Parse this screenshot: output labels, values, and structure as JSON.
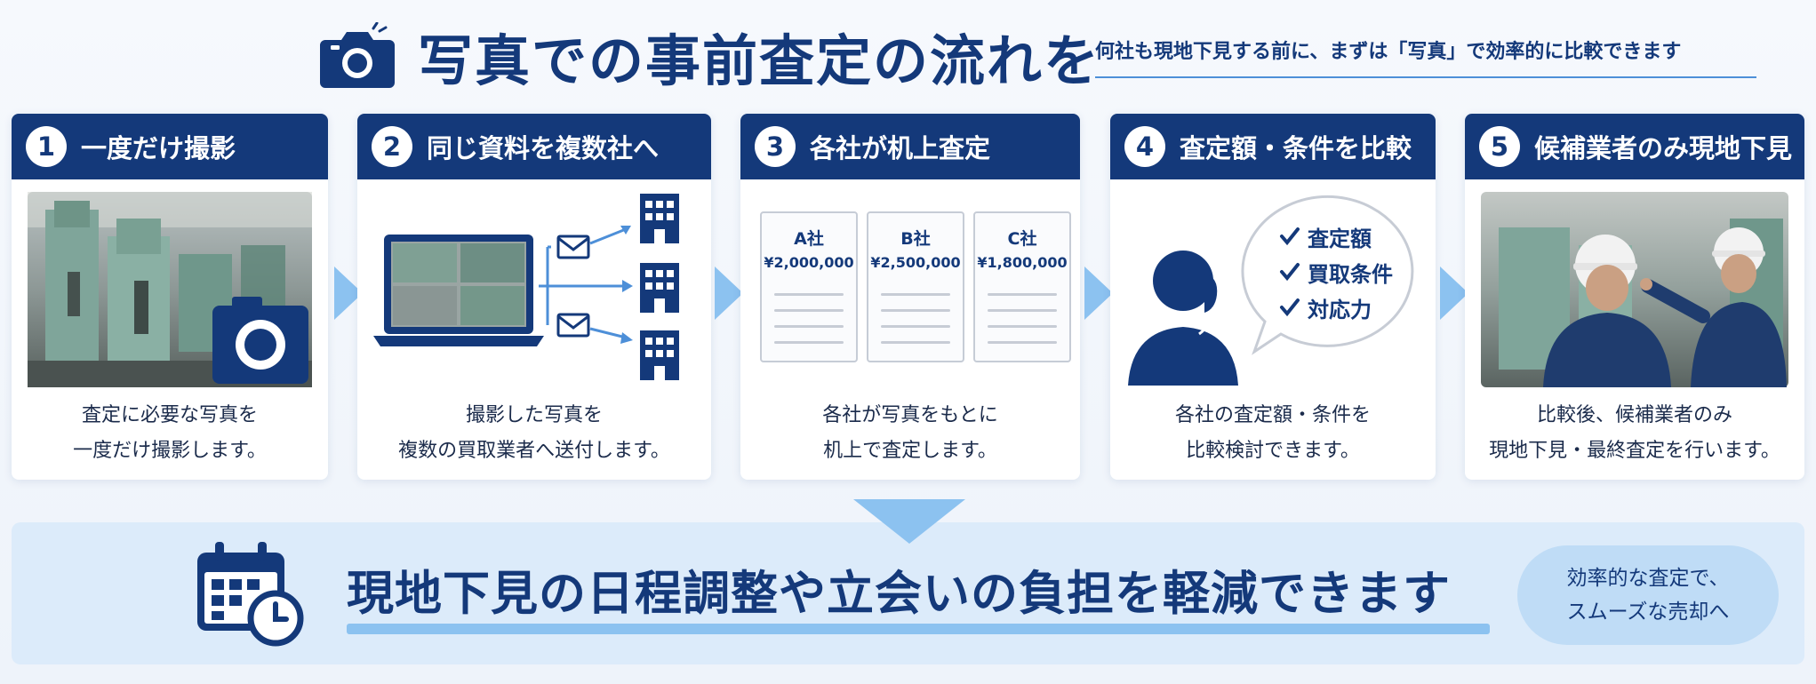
{
  "header": {
    "title": "写真での事前査定の流れを",
    "subtitle": "何社も現地下見する前に、まずは「写真」で効率的に比較できます",
    "icon": "camera-icon"
  },
  "steps": [
    {
      "num": "1",
      "title": "一度だけ撮影",
      "desc": [
        "査定に必要な写真を",
        "一度だけ撮影します。"
      ]
    },
    {
      "num": "2",
      "title": "同じ資料を複数社へ",
      "desc": [
        "撮影した写真を",
        "複数の買取業者へ送付します。"
      ]
    },
    {
      "num": "3",
      "title": "各社が机上査定",
      "desc": [
        "各社が写真をもとに",
        "机上で査定します。"
      ],
      "quotes": [
        {
          "company": "A社",
          "amount": "¥2,000,000"
        },
        {
          "company": "B社",
          "amount": "¥2,500,000"
        },
        {
          "company": "C社",
          "amount": "¥1,800,000"
        }
      ]
    },
    {
      "num": "4",
      "title": "査定額・条件を比較",
      "desc": [
        "各社の査定額・条件を",
        "比較検討できます。"
      ],
      "checklist": [
        "査定額",
        "買取条件",
        "対応力"
      ]
    },
    {
      "num": "5",
      "title": "候補業者のみ現地下見",
      "desc": [
        "比較後、候補業者のみ",
        "現地下見・最終査定を行います。"
      ]
    }
  ],
  "benefit": {
    "text": "現地下見の日程調整や立会いの負担を軽減できます",
    "badge": [
      "効率的な査定で、",
      "スムーズな売却へ"
    ],
    "icon": "calendar-clock-icon"
  },
  "colors": {
    "navy": "#14397a",
    "accent_blue": "#4d8fd8",
    "light_blue": "#dcebfa",
    "arrow_blue": "#8cc2f0"
  }
}
